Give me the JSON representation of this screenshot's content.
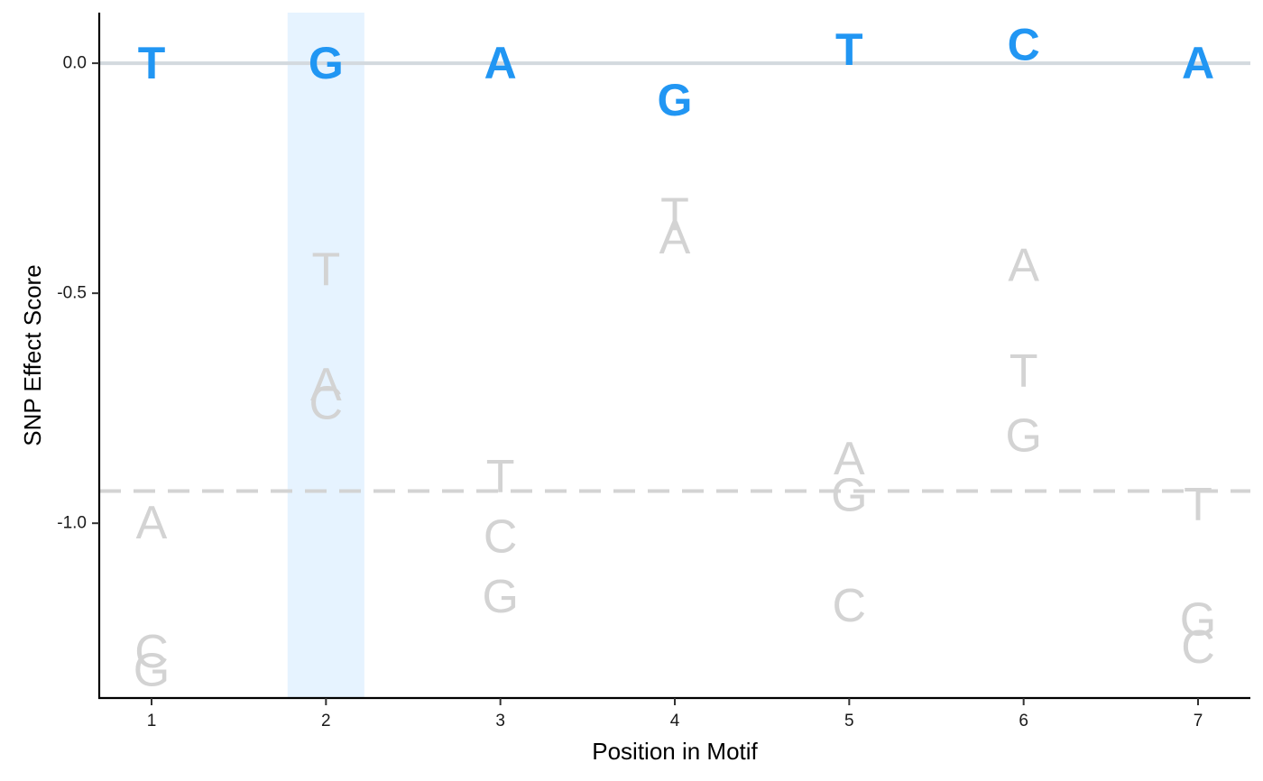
{
  "chart_data": {
    "type": "scatter",
    "xlabel": "Position in Motif",
    "ylabel": "SNP Effect Score",
    "x_ticks": [
      1,
      2,
      3,
      4,
      5,
      6,
      7
    ],
    "y_ticks": [
      {
        "value": 0.0,
        "label": "0.0"
      },
      {
        "value": -0.5,
        "label": "-0.5"
      },
      {
        "value": -1.0,
        "label": "-1.0"
      }
    ],
    "xlim": [
      0.7,
      7.3
    ],
    "ylim": [
      -1.38,
      0.11
    ],
    "grid": false,
    "legend": "none",
    "highlight_position": 2,
    "reference_line_y": 0.0,
    "threshold_line_y": -0.93,
    "colors": {
      "reference_letter": "#2196F3",
      "alternative_letter": "#D3D3D3",
      "highlight_band": "#E6F3FF",
      "reference_line": "#D3D9DE",
      "threshold_line": "#D3D3D3",
      "axis": "#000000"
    },
    "reference_letters": [
      {
        "position": 1,
        "letter": "T",
        "score": 0.0
      },
      {
        "position": 2,
        "letter": "G",
        "score": 0.0
      },
      {
        "position": 3,
        "letter": "A",
        "score": 0.0
      },
      {
        "position": 4,
        "letter": "G",
        "score": -0.08
      },
      {
        "position": 5,
        "letter": "T",
        "score": 0.03
      },
      {
        "position": 6,
        "letter": "C",
        "score": 0.04
      },
      {
        "position": 7,
        "letter": "A",
        "score": 0.0
      }
    ],
    "alternative_letters": [
      {
        "position": 1,
        "letter": "A",
        "score": -1.0
      },
      {
        "position": 1,
        "letter": "C",
        "score": -1.28
      },
      {
        "position": 1,
        "letter": "G",
        "score": -1.32
      },
      {
        "position": 2,
        "letter": "T",
        "score": -0.45
      },
      {
        "position": 2,
        "letter": "A",
        "score": -0.7
      },
      {
        "position": 2,
        "letter": "C",
        "score": -0.74
      },
      {
        "position": 3,
        "letter": "T",
        "score": -0.9
      },
      {
        "position": 3,
        "letter": "C",
        "score": -1.03
      },
      {
        "position": 3,
        "letter": "G",
        "score": -1.16
      },
      {
        "position": 4,
        "letter": "T",
        "score": -0.33
      },
      {
        "position": 4,
        "letter": "A",
        "score": -0.38
      },
      {
        "position": 5,
        "letter": "A",
        "score": -0.86
      },
      {
        "position": 5,
        "letter": "G",
        "score": -0.94
      },
      {
        "position": 5,
        "letter": "C",
        "score": -1.18
      },
      {
        "position": 6,
        "letter": "A",
        "score": -0.44
      },
      {
        "position": 6,
        "letter": "T",
        "score": -0.67
      },
      {
        "position": 6,
        "letter": "G",
        "score": -0.81
      },
      {
        "position": 7,
        "letter": "T",
        "score": -0.96
      },
      {
        "position": 7,
        "letter": "G",
        "score": -1.21
      },
      {
        "position": 7,
        "letter": "C",
        "score": -1.27
      }
    ]
  }
}
